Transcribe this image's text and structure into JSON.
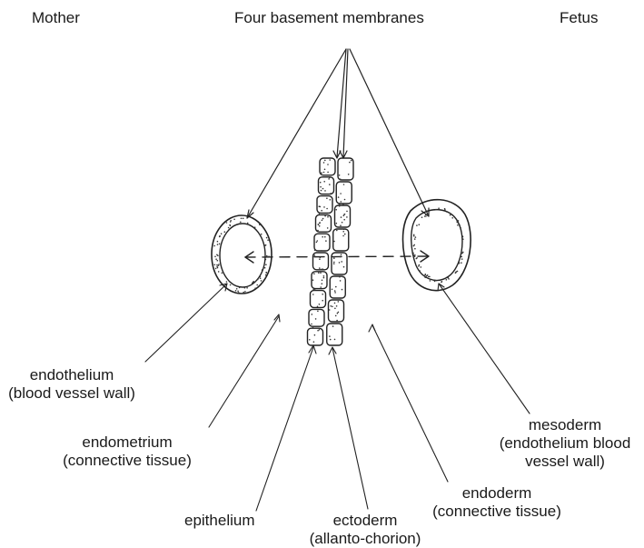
{
  "headers": {
    "mother": "Mother",
    "membranes": "Four basement membranes",
    "fetus": "Fetus"
  },
  "labels": {
    "endothelium_l1": "endothelium",
    "endothelium_l2": "(blood vessel wall)",
    "endometrium_l1": "endometrium",
    "endometrium_l2": "(connective tissue)",
    "epithelium": "epithelium",
    "ectoderm_l1": "ectoderm",
    "ectoderm_l2": "(allanto-chorion)",
    "endoderm_l1": "endoderm",
    "endoderm_l2": "(connective tissue)",
    "mesoderm_l1": "mesoderm",
    "mesoderm_l2": "(endothelium blood",
    "mesoderm_l3": "vessel wall)"
  }
}
